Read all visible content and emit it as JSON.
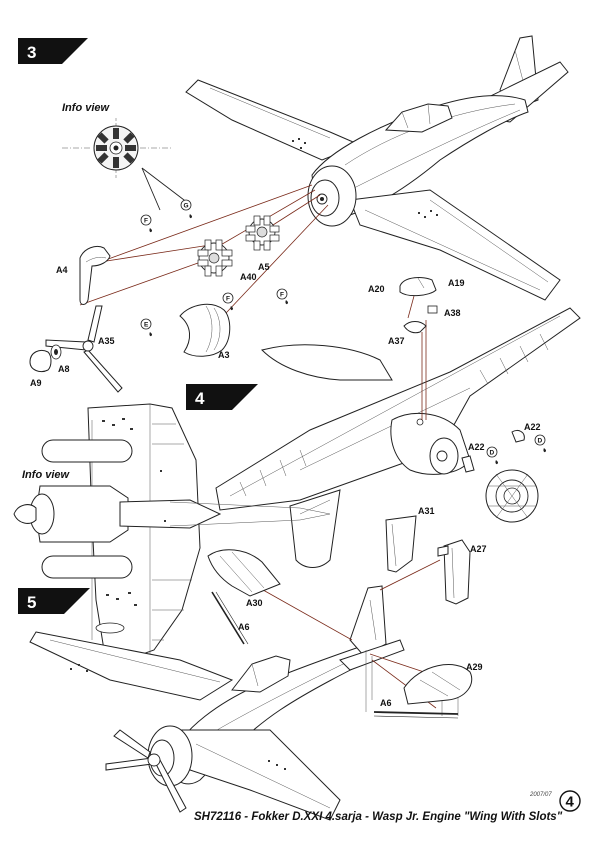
{
  "steps": {
    "s3": "3",
    "s4": "4",
    "s5": "5"
  },
  "info_view_label": "Info view",
  "parts": {
    "a4": "A4",
    "a40": "A40",
    "a5": "A5",
    "a3": "A3",
    "a35": "A35",
    "a8": "A8",
    "a9": "A9",
    "a20": "A20",
    "a19": "A19",
    "a38": "A38",
    "a37": "A37",
    "a22": "A22",
    "a31": "A31",
    "a27": "A27",
    "a30": "A30",
    "a6": "A6",
    "a29": "A29"
  },
  "callouts": {
    "f": "F",
    "g": "G",
    "e": "E",
    "d": "D"
  },
  "footer": {
    "title": "SH72116 - Fokker D.XXI 4.sarja - Wasp Jr. Engine \"Wing With Slots\"",
    "date": "2007/07",
    "page": "4"
  },
  "colors": {
    "leader": "#7a2a1a",
    "line": "#222222",
    "badge": "#111111"
  }
}
